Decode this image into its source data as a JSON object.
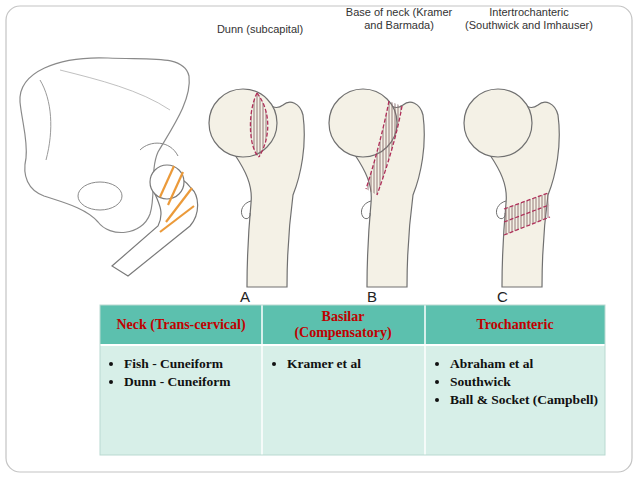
{
  "diagram": {
    "labels": [
      "Dunn (subcapital)",
      "Base of neck (Kramer and Barmada)",
      "Intertrochanteric (Southwick and Imhauser)",
      "A",
      "B",
      "C",
      "Neck (Trans-cervical)",
      "Basilar (Compensatory)",
      "Trochanteric",
      "Fish - Cuneiform",
      "Dunn - Cuneiform",
      "Kramer et al",
      "Abraham et al",
      "Southwick",
      "Ball & Socket (Campbell)"
    ]
  }
}
